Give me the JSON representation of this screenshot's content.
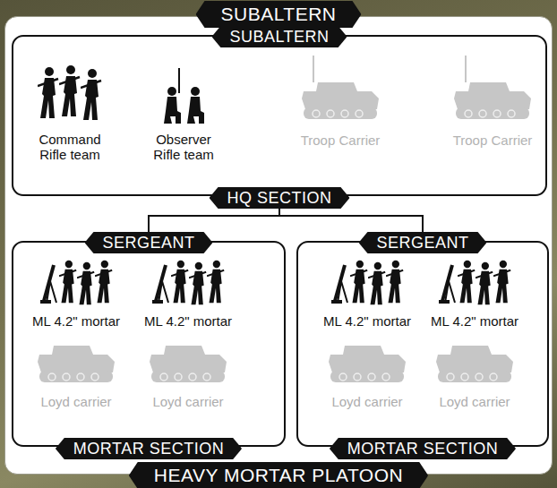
{
  "diagram": {
    "nodes": [
      {
        "text": [
          "SUBALTERN",
          "HEAVY MORTAR PLATOON"
        ]
      },
      {
        "text": [
          "SUBALTERN",
          "HQ SECTION"
        ],
        "in": 0
      },
      {
        "text": [
          "SERGEANT",
          "MORTAR SECTION"
        ],
        "in": 0
      },
      {
        "text": [
          "SERGEANT",
          "MORTAR SECTION"
        ],
        "in": 0
      }
    ],
    "edges": [
      {
        "from": 1,
        "to": 2,
        "arrow": "none"
      },
      {
        "from": 1,
        "to": 3,
        "arrow": "none"
      }
    ],
    "labels": [
      "Command Rifle team",
      "Observer Rifle team",
      "Troop Carrier",
      "Troop Carrier",
      "ML 4.2\" mortar",
      "ML 4.2\" mortar",
      "ML 4.2\" mortar",
      "ML 4.2\" mortar",
      "Loyd carrier",
      "Loyd carrier",
      "Loyd carrier",
      "Loyd carrier"
    ]
  }
}
